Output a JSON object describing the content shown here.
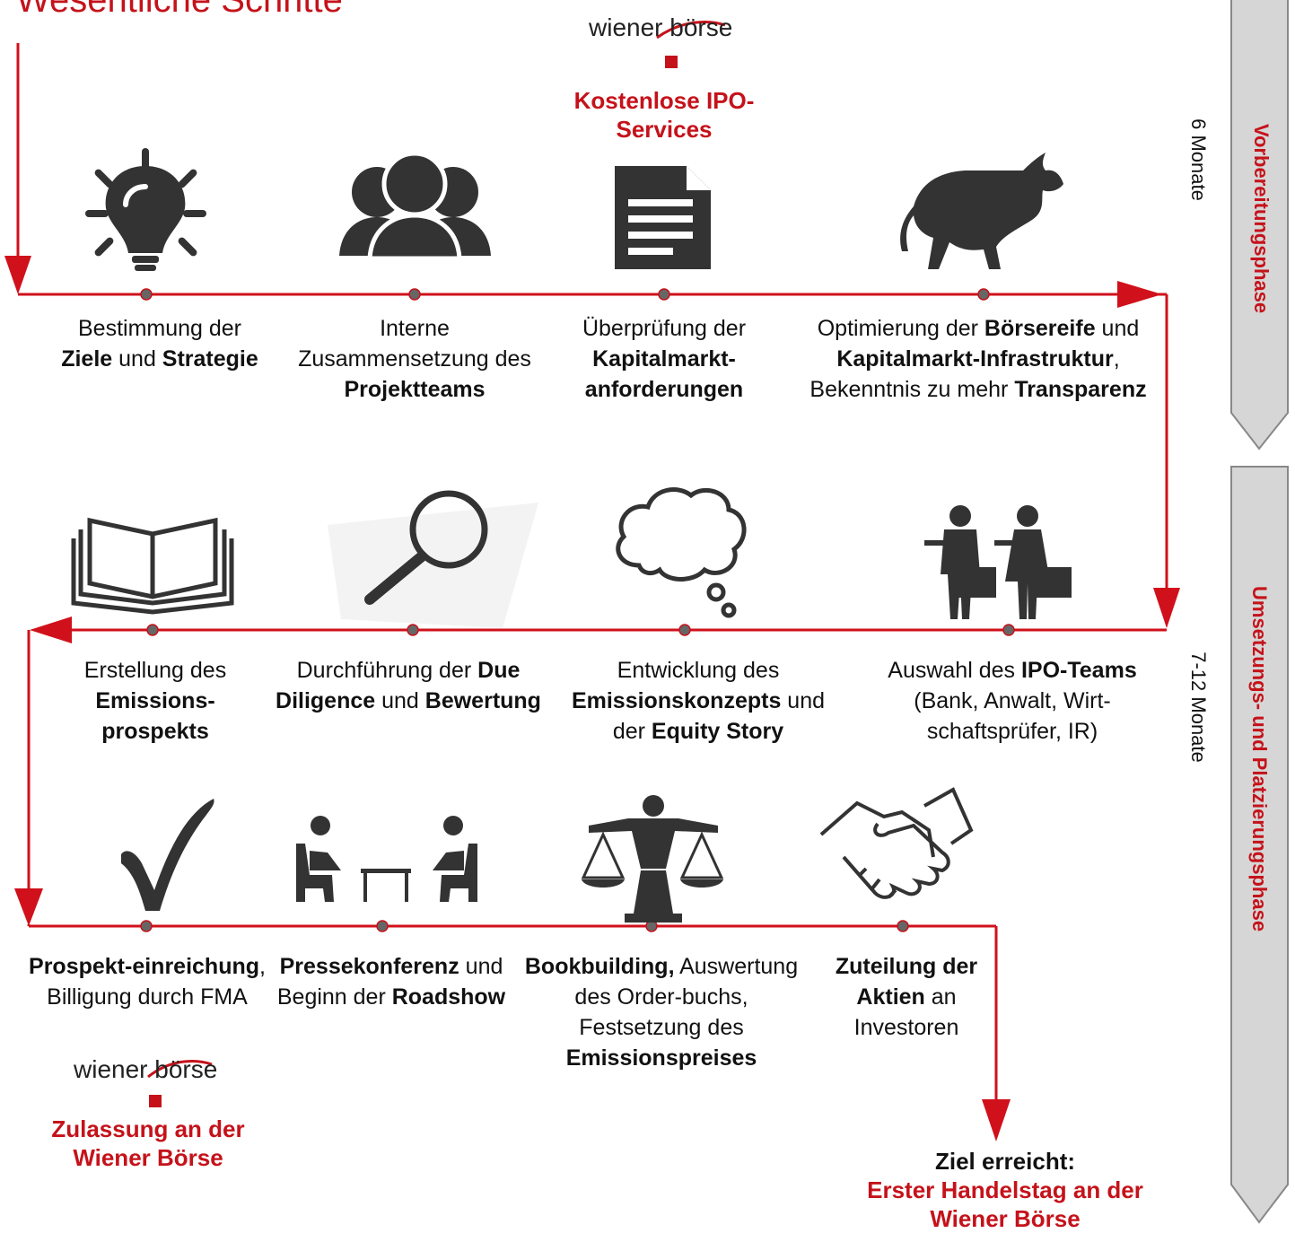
{
  "title": "Wesentliche Schritte",
  "top_logo": "wiener börse",
  "top_service": "Kostenlose IPO-Services",
  "phases": {
    "prep": {
      "label": "Vorbereitungsphase",
      "duration": "6 Monate"
    },
    "impl": {
      "label": "Umsetzungs- und Platzierungsphase",
      "duration": "7-12 Monate"
    }
  },
  "rows": [
    {
      "steps": [
        {
          "icon": "lightbulb-icon",
          "parts": [
            [
              "Bestimmung der ",
              false
            ],
            [
              "Ziele",
              true
            ],
            [
              " und ",
              false
            ],
            [
              "Strategie",
              true
            ]
          ]
        },
        {
          "icon": "team-icon",
          "parts": [
            [
              "Interne Zusammensetzung des ",
              false
            ],
            [
              "Projektteams",
              true
            ]
          ]
        },
        {
          "icon": "document-icon",
          "parts": [
            [
              "Überprüfung der ",
              false
            ],
            [
              "Kapitalmarkt-anforderungen",
              true
            ]
          ]
        },
        {
          "icon": "bull-icon",
          "parts": [
            [
              "Optimierung der ",
              false
            ],
            [
              "Börsereife",
              true
            ],
            [
              " und ",
              false
            ],
            [
              "Kapitalmarkt-Infrastruktur",
              true
            ],
            [
              ", Bekenntnis zu mehr ",
              false
            ],
            [
              "Transparenz",
              true
            ]
          ]
        }
      ]
    },
    {
      "steps": [
        {
          "icon": "book-icon",
          "parts": [
            [
              "Erstellung des ",
              false
            ],
            [
              "Emissions-prospekts",
              true
            ]
          ]
        },
        {
          "icon": "magnifier-icon",
          "parts": [
            [
              "Durchführung der ",
              false
            ],
            [
              "Due Diligence",
              true
            ],
            [
              " und ",
              false
            ],
            [
              "Bewertung",
              true
            ]
          ]
        },
        {
          "icon": "thought-cloud-icon",
          "parts": [
            [
              "Entwicklung des ",
              false
            ],
            [
              "Emissionskonzepts",
              true
            ],
            [
              " und der ",
              false
            ],
            [
              "Equity Story",
              true
            ]
          ]
        },
        {
          "icon": "business-people-icon",
          "parts": [
            [
              "Auswahl des ",
              false
            ],
            [
              "IPO-Teams",
              true
            ],
            [
              " (Bank, Anwalt, Wirt-schaftsprüfer, IR)",
              false
            ]
          ]
        }
      ]
    },
    {
      "steps": [
        {
          "icon": "checkmark-icon",
          "parts": [
            [
              "Prospekt-einreichung",
              true
            ],
            [
              ", Billigung durch FMA",
              false
            ]
          ]
        },
        {
          "icon": "press-conference-icon",
          "parts": [
            [
              "Pressekonferenz",
              true
            ],
            [
              " und Beginn der ",
              false
            ],
            [
              "Roadshow",
              true
            ]
          ]
        },
        {
          "icon": "scales-icon",
          "parts": [
            [
              "Bookbuilding,",
              true
            ],
            [
              " Auswertung des Order-buchs, Festsetzung des ",
              false
            ],
            [
              "Emissionspreises",
              true
            ]
          ]
        },
        {
          "icon": "handshake-icon",
          "parts": [
            [
              "Zuteilung der ",
              true
            ],
            [
              "Aktien",
              true
            ],
            [
              " an Investoren",
              false
            ]
          ]
        }
      ]
    }
  ],
  "bottom_logo": "wiener börse",
  "bottom_service": "Zulassung an der Wiener Börse",
  "goal": {
    "line1": "Ziel erreicht:",
    "line2": "Erster Handelstag an der Wiener Börse"
  },
  "colors": {
    "accent": "#c5121a",
    "icon": "#333333",
    "node": "#666666",
    "phase_box": "#d6d6d6"
  }
}
